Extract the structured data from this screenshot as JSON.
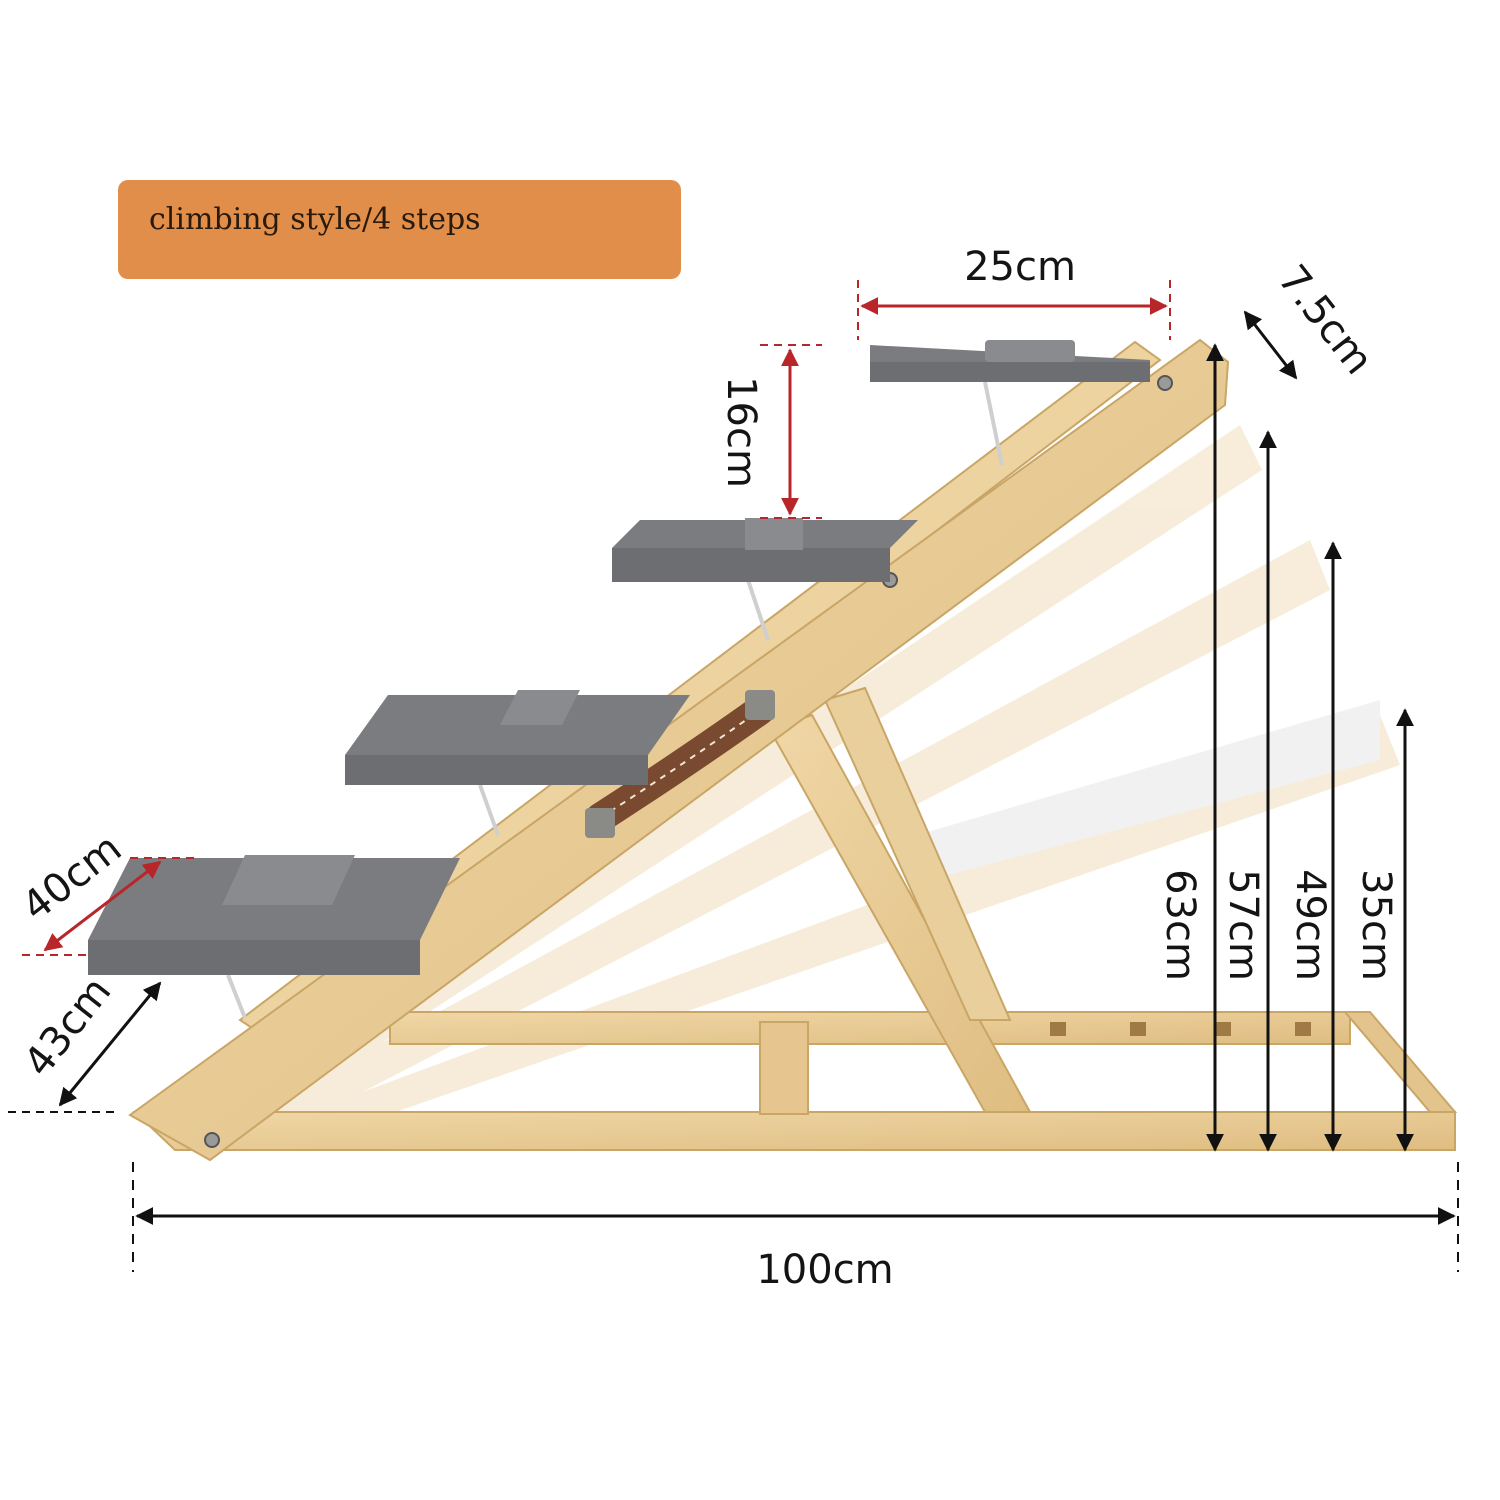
{
  "banner": {
    "label": "climbing style/4 steps",
    "color": "#e08e4a"
  },
  "dimensions": {
    "top_step_width": "25cm",
    "step_depth": "7.5cm",
    "step_rise": "16cm",
    "step_length": "40cm",
    "leg_length": "43cm",
    "total_length": "100cm",
    "heights": [
      "63cm",
      "57cm",
      "49cm",
      "35cm"
    ]
  },
  "colors": {
    "wood": "#e8cb94",
    "wood_dark": "#c9a566",
    "carpet": "#6d6e72",
    "carpet_dark": "#55565a",
    "handle": "#7a4a30",
    "red_dim": "#b8262a",
    "black_dim": "#111111"
  }
}
